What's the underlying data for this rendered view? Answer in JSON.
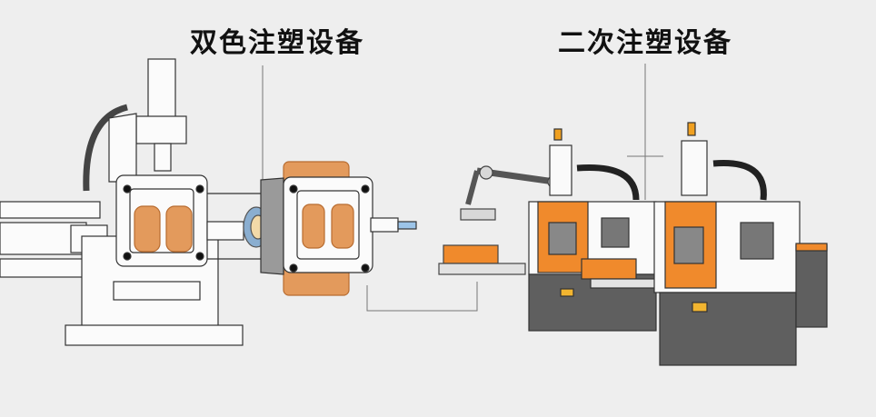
{
  "titles": {
    "left": "双色注塑设备",
    "right": "二次注塑设备"
  },
  "colors": {
    "background": "#eeeeee",
    "accent_orange": "#f08a2c",
    "mold_orange": "#e39a5c",
    "machine_gray": "#5f5f5f",
    "line": "#333333"
  },
  "figures": [
    {
      "name": "two-color-injection-machine",
      "style": "line-drawing"
    },
    {
      "name": "secondary-injection-machines",
      "count": 2,
      "robot_arm": true
    }
  ]
}
